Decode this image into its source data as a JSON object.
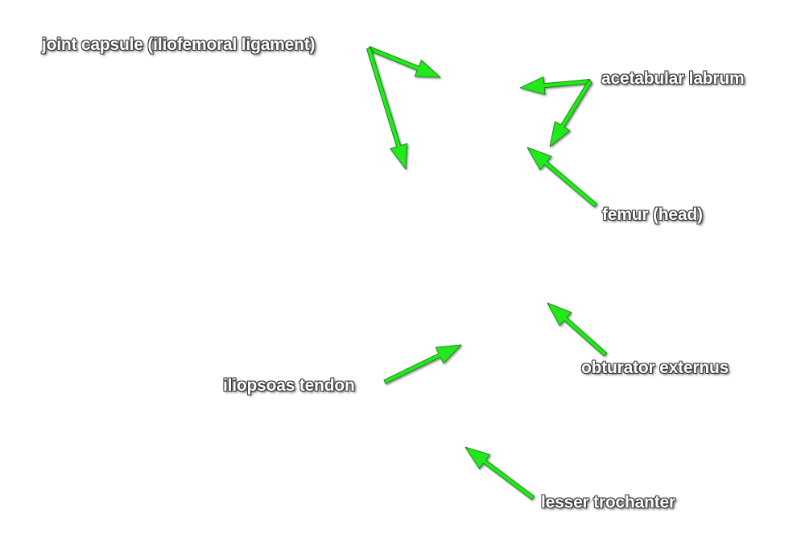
{
  "colors": {
    "arrow": "#22e81f",
    "arrow_outline": "#0c7a0a",
    "label_text": "#ffffff",
    "label_shadow": "#3a3a3a",
    "background": "#ffffff"
  },
  "labels": {
    "joint_capsule": "joint capsule (iliofemoral ligament)",
    "acetabular_labrum": "acetabular labrum",
    "femur_head": "femur (head)",
    "obturator_externus": "obturator externus",
    "iliopsoas_tendon": "iliopsoas tendon",
    "lesser_trochanter": "lesser trochanter"
  }
}
